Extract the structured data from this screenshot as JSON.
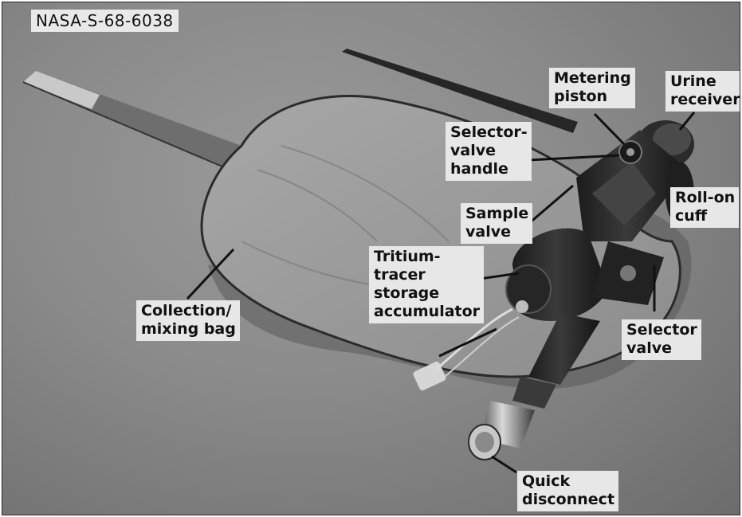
{
  "photo_id": "NASA-S-68-6038",
  "labels": {
    "metering_piston": [
      "Metering",
      "piston"
    ],
    "urine_receiver": [
      "Urine",
      "receiver"
    ],
    "selector_valve_handle": [
      "Selector-",
      "valve",
      "handle"
    ],
    "roll_on_cuff": [
      "Roll-on",
      "cuff"
    ],
    "sample_valve": [
      "Sample",
      "valve"
    ],
    "tritium_tracer": [
      "Tritium-",
      "tracer",
      "storage",
      "accumulator"
    ],
    "collection_bag": [
      "Collection/",
      "mixing bag"
    ],
    "selector_valve": [
      "Selector",
      "valve"
    ],
    "quick_disconnect": [
      "Quick",
      "disconnect"
    ]
  }
}
